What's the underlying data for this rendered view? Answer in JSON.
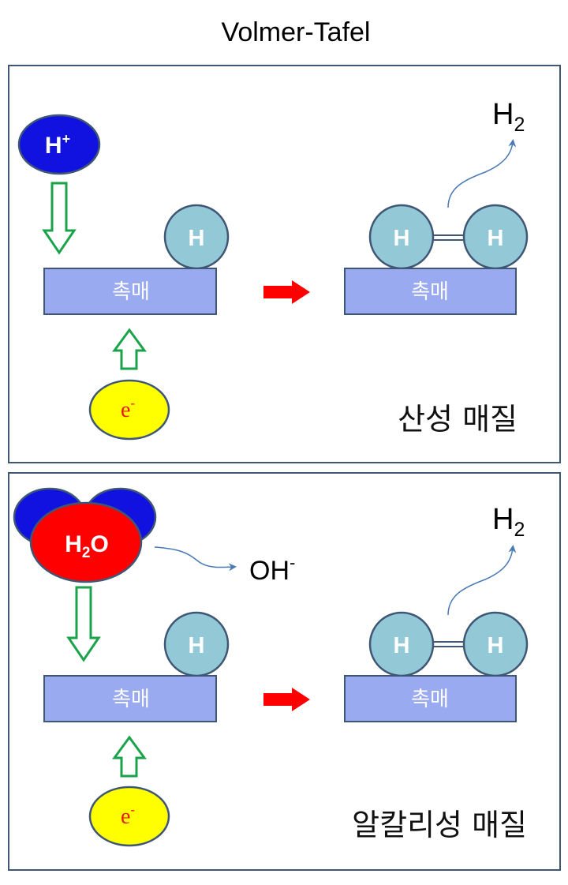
{
  "title": "Volmer-Tafel",
  "colors": {
    "frame": "#3f5675",
    "catalyst_fill": "#9aaaf0",
    "catalyst_stroke": "#3f5675",
    "h_atom_fill": "#93c9d6",
    "h_atom_stroke": "#3f5675",
    "proton_fill": "#1212e0",
    "water_o_fill": "#ff0000",
    "electron_fill": "#ffff00",
    "green_arrow": "#1aa34a",
    "red_arrow": "#ff0000",
    "curve_arrow": "#4a7ab5"
  },
  "acidic": {
    "proton": {
      "base": "H",
      "sup": "+"
    },
    "catalyst_left": "촉매",
    "catalyst_right": "촉매",
    "h_adsorbed": "H",
    "h2_left": "H",
    "h2_right": "H",
    "electron": {
      "base": "e",
      "sup": "-"
    },
    "product": {
      "base": "H",
      "sub": "2"
    },
    "medium": "산성 매질"
  },
  "alkaline": {
    "water": {
      "a": "H",
      "sub": "2",
      "b": "O"
    },
    "byproduct": {
      "base": "OH",
      "sup": "-"
    },
    "catalyst_left": "촉매",
    "catalyst_right": "촉매",
    "h_adsorbed": "H",
    "h2_left": "H",
    "h2_right": "H",
    "electron": {
      "base": "e",
      "sup": "-"
    },
    "product": {
      "base": "H",
      "sub": "2"
    },
    "medium": "알칼리성 매질"
  }
}
